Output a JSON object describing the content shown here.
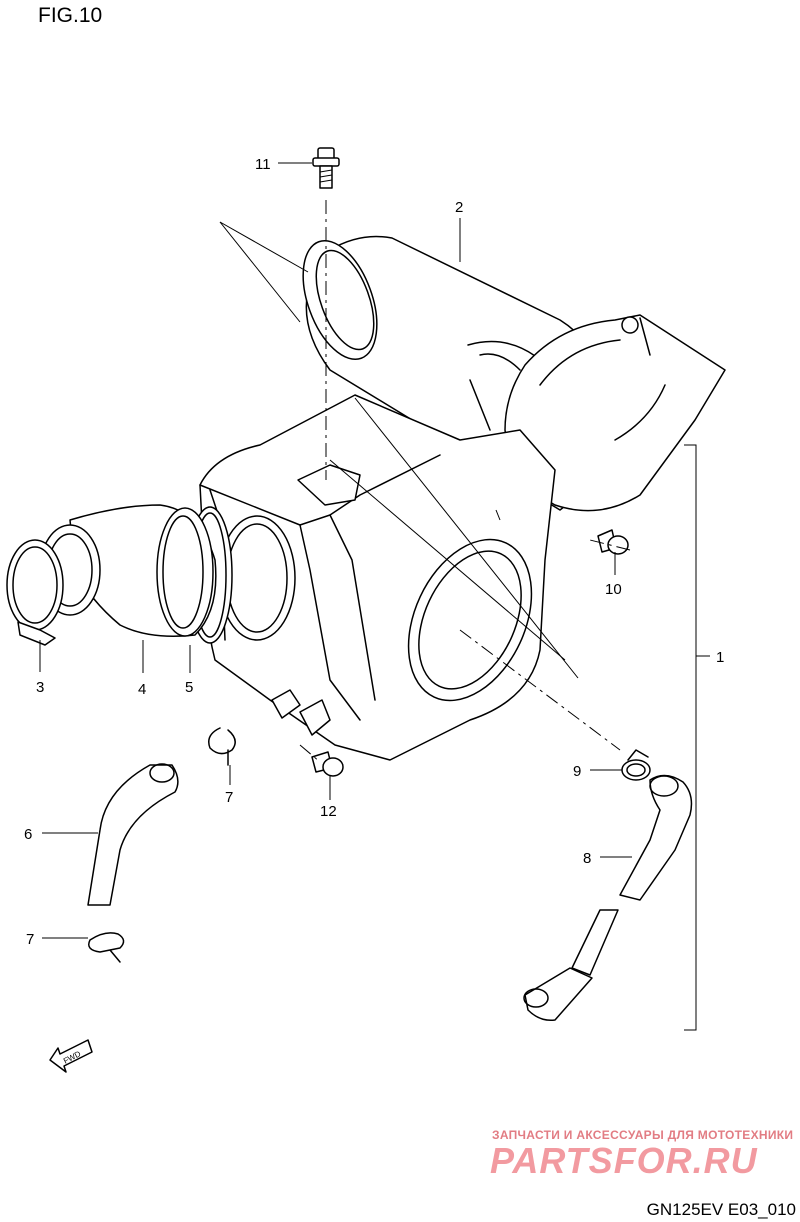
{
  "figure": {
    "title": "FIG.10",
    "code": "GN125EV E03_010"
  },
  "watermark": {
    "tagline": "ЗАПЧАСТИ И АКСЕССУАРЫ ДЛЯ МОТОТЕХНИКИ",
    "logo_text": "PARTSFOR.RU"
  },
  "fwd_label": "FWD",
  "callouts": {
    "c1": "1",
    "c2": "2",
    "c3": "3",
    "c4": "4",
    "c5": "5",
    "c6": "6",
    "c7a": "7",
    "c7b": "7",
    "c8": "8",
    "c9": "9",
    "c10": "10",
    "c11": "11",
    "c12": "12"
  }
}
